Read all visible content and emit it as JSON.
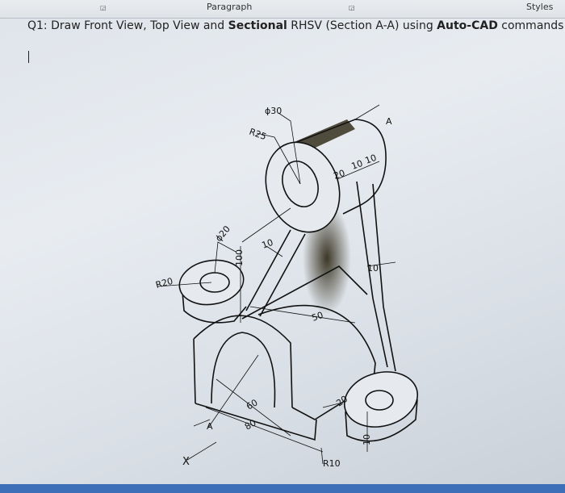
{
  "ribbon": {
    "group_label": "Paragraph",
    "styles_label": "Styles",
    "launcher_icon": "dialog-launcher-icon"
  },
  "question": {
    "prefix": "Q1: Draw Front View, Top View and ",
    "bold1": "Sectional",
    "middle": " RHSV (Section A-A) using ",
    "bold2": "Auto-CAD",
    "suffix": " commands."
  },
  "drawing": {
    "labels": {
      "phi30": "ϕ30",
      "r25": "R25",
      "a_top": "A",
      "d20_top": "20",
      "d10_top1": "10",
      "d10_top2": "10",
      "phi20": "ϕ20",
      "d100": "100",
      "d10_rib": "10",
      "d10_right": "10",
      "r20": "R20",
      "d50": "50",
      "d60": "60",
      "d80": "80",
      "d20_base": "20",
      "r10": "R10",
      "d10_base": "10",
      "a_bottom": "A",
      "x_axis": "X"
    },
    "shading_color": "#2a2410"
  },
  "colors": {
    "taskbar": "#3d6fb8"
  }
}
